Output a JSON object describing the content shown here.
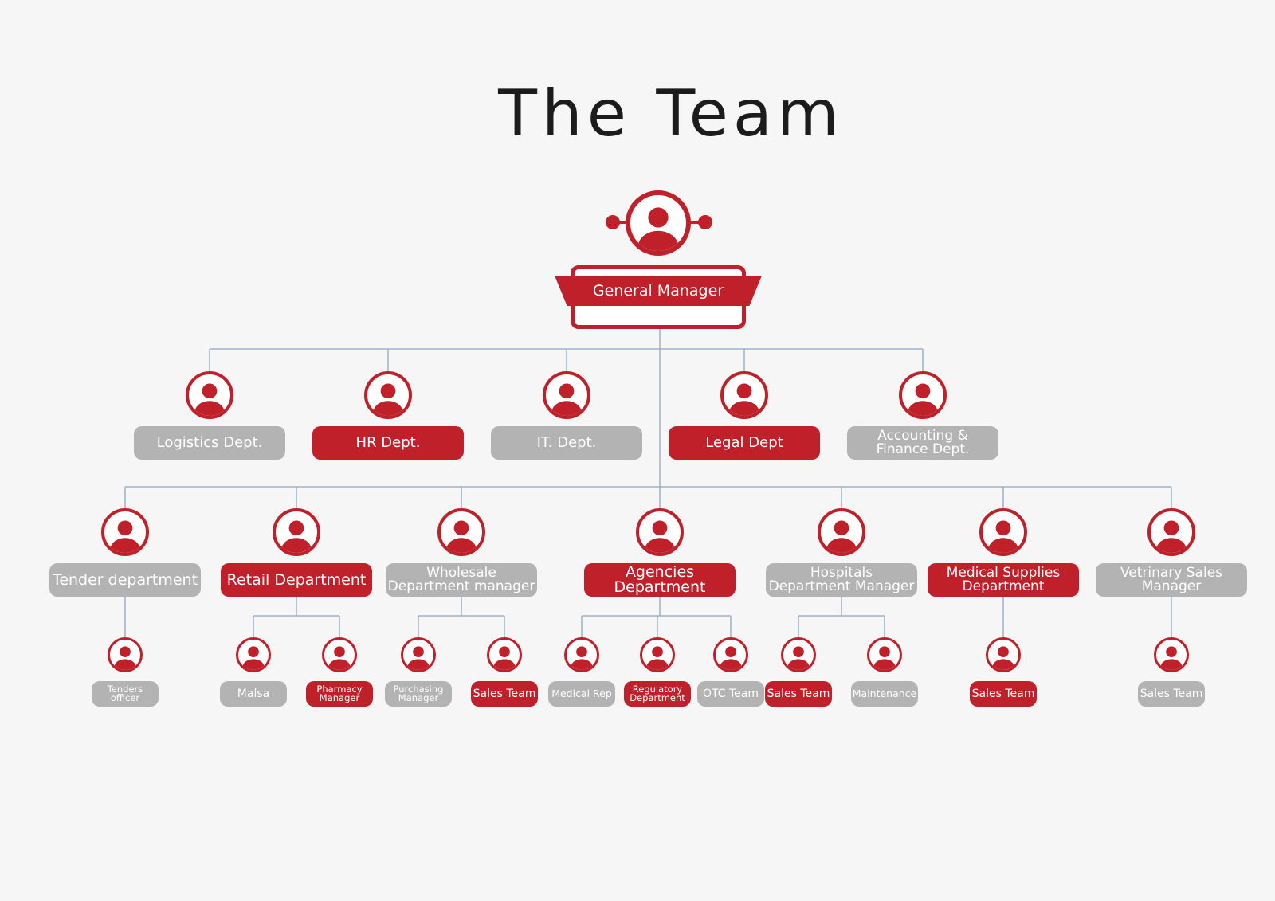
{
  "title": "The Team",
  "colors": {
    "red": "#c0202a",
    "gray": "#b3b3b3",
    "line": "#9fb2c6",
    "background": "#f6f6f7"
  },
  "icon": "person-icon",
  "general_manager": {
    "label": "General Manager"
  },
  "departments": [
    {
      "label": "Logistics Dept.",
      "style": "gray"
    },
    {
      "label": "HR Dept.",
      "style": "red"
    },
    {
      "label": "IT. Dept.",
      "style": "gray"
    },
    {
      "label": "Legal Dept",
      "style": "red"
    },
    {
      "label": "Accounting &\nFinance Dept.",
      "style": "gray"
    }
  ],
  "divisions": [
    {
      "label": "Tender department",
      "style": "gray",
      "children": [
        {
          "label": "Tenders\nofficer",
          "style": "gray"
        }
      ]
    },
    {
      "label": "Retail Department",
      "style": "red",
      "children": [
        {
          "label": "Malsa",
          "style": "gray"
        },
        {
          "label": "Pharmacy\nManager",
          "style": "red"
        }
      ]
    },
    {
      "label": "Wholesale\nDepartment manager",
      "style": "gray",
      "children": [
        {
          "label": "Purchasing\nManager",
          "style": "gray"
        },
        {
          "label": "Sales Team",
          "style": "red"
        }
      ]
    },
    {
      "label": "Agencies Department",
      "style": "red",
      "children": [
        {
          "label": "Medical Rep",
          "style": "gray"
        },
        {
          "label": "Regulatory\nDepartment",
          "style": "red"
        },
        {
          "label": "OTC Team",
          "style": "gray"
        }
      ]
    },
    {
      "label": "Hospitals\nDepartment Manager",
      "style": "gray",
      "children": [
        {
          "label": "Sales Team",
          "style": "red"
        },
        {
          "label": "Maintenance",
          "style": "gray"
        }
      ]
    },
    {
      "label": "Medical Supplies\nDepartment",
      "style": "red",
      "children": [
        {
          "label": "Sales Team",
          "style": "red"
        }
      ]
    },
    {
      "label": "Vetrinary Sales\nManager",
      "style": "gray",
      "children": [
        {
          "label": "Sales Team",
          "style": "gray"
        }
      ]
    }
  ]
}
